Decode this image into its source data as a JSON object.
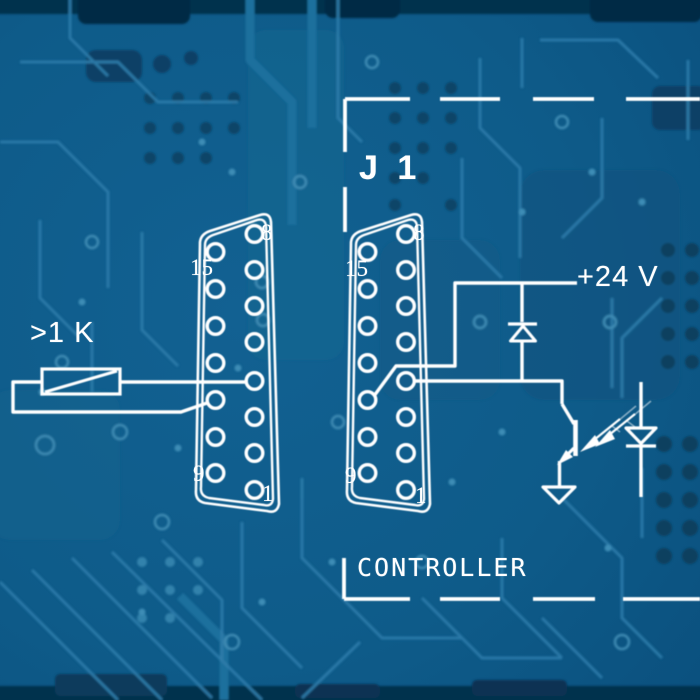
{
  "diagram": {
    "region_label": "J 1",
    "supply_label": "+24 V",
    "resistor_label": ">1 K",
    "controller_label": "CONTROLLER",
    "left_connector": {
      "pin_labels": {
        "top_right": "8",
        "top_left": "15",
        "bottom_left": "9",
        "bottom_right": "1"
      }
    },
    "right_connector": {
      "pin_labels": {
        "top_right": "8",
        "top_left": "15",
        "bottom_left": "9",
        "bottom_right": "1"
      }
    },
    "symbols": [
      "dsub-15-connector-left",
      "dsub-15-connector-right",
      "resistor-symbol",
      "clamp-diode-symbol",
      "phototransistor-symbol",
      "light-arrows-icon",
      "led-symbol",
      "ground-icon",
      "dashed-controller-boundary"
    ],
    "colors": {
      "schematic_line": "#ffffff",
      "board_base": "#0e5c8b",
      "board_trace": "#2f7dab",
      "board_dark": "#072f4c"
    }
  }
}
